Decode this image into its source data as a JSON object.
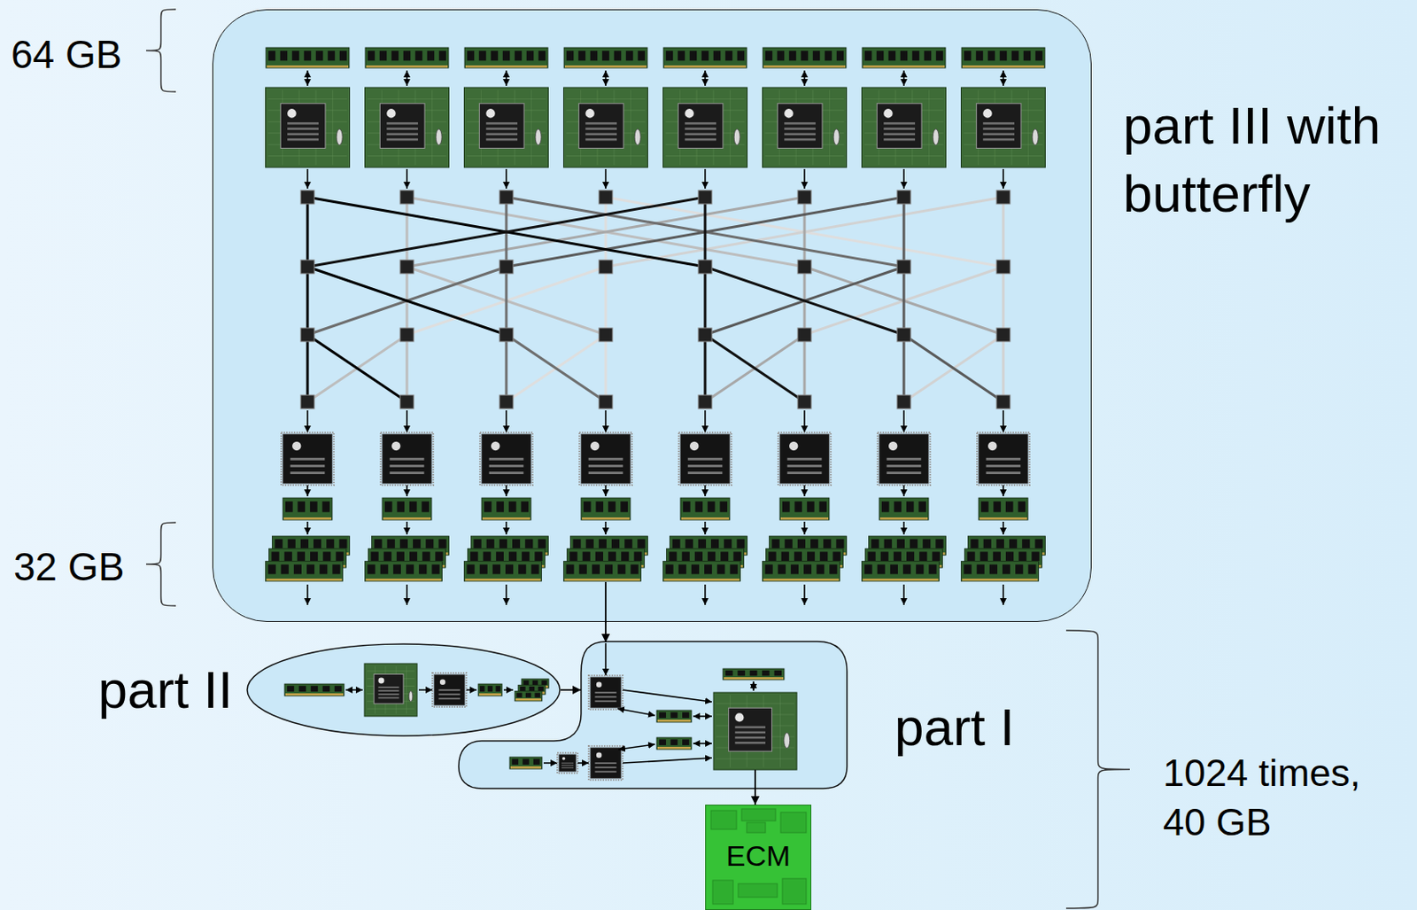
{
  "diagram": {
    "nodes": [
      {
        "text": [
          "part III with butterfly"
        ]
      },
      {
        "text": [
          "part II"
        ]
      },
      {
        "text": [
          "part I"
        ]
      },
      {
        "text": [
          "ECM"
        ]
      }
    ],
    "edges": [
      {
        "from": 0,
        "to": 2,
        "arrow": "to"
      },
      {
        "from": 1,
        "to": 2,
        "arrow": "to"
      },
      {
        "from": 2,
        "to": 3,
        "arrow": "to"
      }
    ],
    "labels": [
      "64 GB",
      "32 GB",
      "1024 times, 40 GB"
    ]
  }
}
